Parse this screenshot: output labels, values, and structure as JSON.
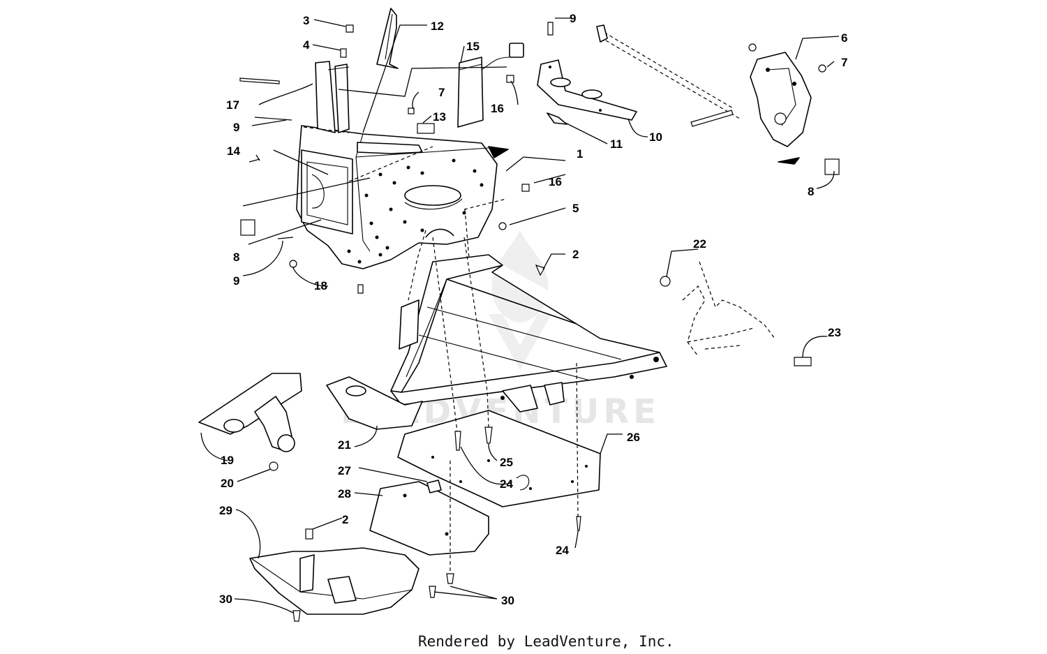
{
  "diagram": {
    "footer": "Rendered by LeadVenture, Inc.",
    "watermark": "LEADVENTURE",
    "callouts": [
      {
        "id": "c1",
        "label": "1"
      },
      {
        "id": "c2a",
        "label": "2"
      },
      {
        "id": "c2b",
        "label": "2"
      },
      {
        "id": "c3",
        "label": "3"
      },
      {
        "id": "c4",
        "label": "4"
      },
      {
        "id": "c5",
        "label": "5"
      },
      {
        "id": "c6",
        "label": "6"
      },
      {
        "id": "c7a",
        "label": "7"
      },
      {
        "id": "c7b",
        "label": "7"
      },
      {
        "id": "c8a",
        "label": "8"
      },
      {
        "id": "c8b",
        "label": "8"
      },
      {
        "id": "c9a",
        "label": "9"
      },
      {
        "id": "c9b",
        "label": "9"
      },
      {
        "id": "c9c",
        "label": "9"
      },
      {
        "id": "c10",
        "label": "10"
      },
      {
        "id": "c11",
        "label": "11"
      },
      {
        "id": "c12",
        "label": "12"
      },
      {
        "id": "c13",
        "label": "13"
      },
      {
        "id": "c14",
        "label": "14"
      },
      {
        "id": "c15",
        "label": "15"
      },
      {
        "id": "c16a",
        "label": "16"
      },
      {
        "id": "c16b",
        "label": "16"
      },
      {
        "id": "c17",
        "label": "17"
      },
      {
        "id": "c18",
        "label": "18"
      },
      {
        "id": "c19",
        "label": "19"
      },
      {
        "id": "c20",
        "label": "20"
      },
      {
        "id": "c21",
        "label": "21"
      },
      {
        "id": "c22",
        "label": "22"
      },
      {
        "id": "c23",
        "label": "23"
      },
      {
        "id": "c24a",
        "label": "24"
      },
      {
        "id": "c24b",
        "label": "24"
      },
      {
        "id": "c25",
        "label": "25"
      },
      {
        "id": "c26",
        "label": "26"
      },
      {
        "id": "c27",
        "label": "27"
      },
      {
        "id": "c28",
        "label": "28"
      },
      {
        "id": "c29",
        "label": "29"
      },
      {
        "id": "c30a",
        "label": "30"
      },
      {
        "id": "c30b",
        "label": "30"
      }
    ]
  }
}
